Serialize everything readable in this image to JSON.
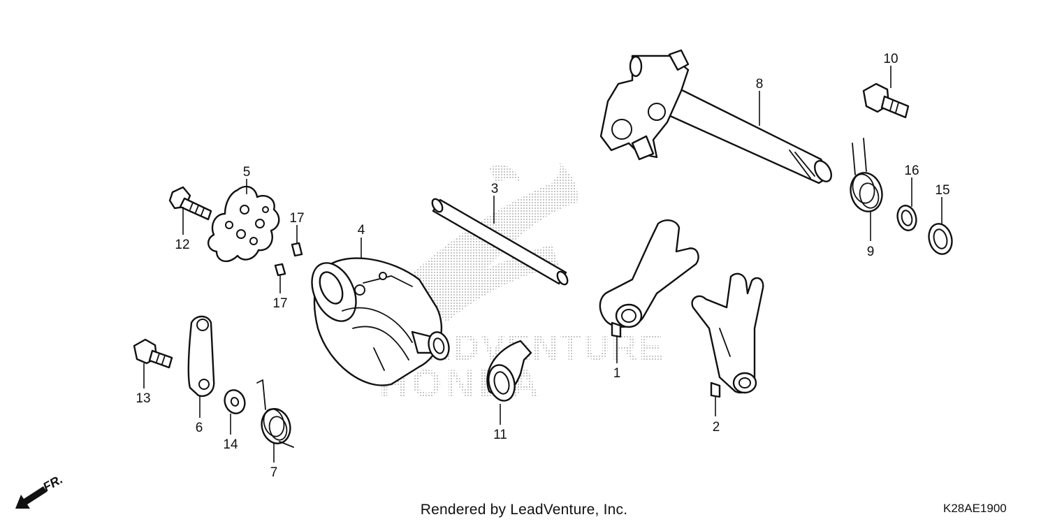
{
  "diagram": {
    "watermark": {
      "line1": "LEADVENTURE",
      "line2": "HONDA"
    },
    "direction_label": "FR.",
    "callouts": [
      {
        "id": "c1",
        "label": "1"
      },
      {
        "id": "c2",
        "label": "2"
      },
      {
        "id": "c3",
        "label": "3"
      },
      {
        "id": "c4",
        "label": "4"
      },
      {
        "id": "c5",
        "label": "5"
      },
      {
        "id": "c6",
        "label": "6"
      },
      {
        "id": "c7",
        "label": "7"
      },
      {
        "id": "c8",
        "label": "8"
      },
      {
        "id": "c9",
        "label": "9"
      },
      {
        "id": "c10",
        "label": "10"
      },
      {
        "id": "c11",
        "label": "11"
      },
      {
        "id": "c12",
        "label": "12"
      },
      {
        "id": "c13",
        "label": "13"
      },
      {
        "id": "c14",
        "label": "14"
      },
      {
        "id": "c15",
        "label": "15"
      },
      {
        "id": "c16",
        "label": "16"
      },
      {
        "id": "c17a",
        "label": "17"
      },
      {
        "id": "c17b",
        "label": "17"
      }
    ]
  },
  "footer": {
    "credit": "Rendered by LeadVenture, Inc.",
    "diagram_code": "K28AE1900"
  }
}
